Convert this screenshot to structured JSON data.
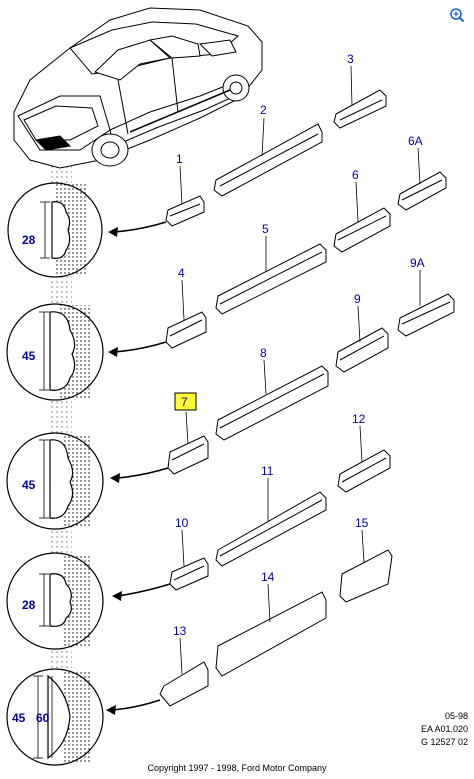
{
  "callouts": {
    "p1": "1",
    "p2": "2",
    "p3": "3",
    "p4": "4",
    "p5": "5",
    "p6": "6",
    "p6a": "6A",
    "p7": "7",
    "p8": "8",
    "p9": "9",
    "p9a": "9A",
    "p10": "10",
    "p11": "11",
    "p12": "12",
    "p13": "13",
    "p14": "14",
    "p15": "15"
  },
  "dimensions": {
    "d1": "28",
    "d2": "45",
    "d3": "45",
    "d4": "28",
    "d5a": "45",
    "d5b": "60"
  },
  "meta": {
    "date": "05-98",
    "ref": "EA A01.020",
    "code": "G 12527 02"
  },
  "copyright": "Copyright 1997 - 1998, Ford Motor Company",
  "colors": {
    "callout": "#00009a",
    "highlight": "#ffff33",
    "line": "#000000"
  },
  "icons": {
    "zoom": "magnify-icon"
  }
}
